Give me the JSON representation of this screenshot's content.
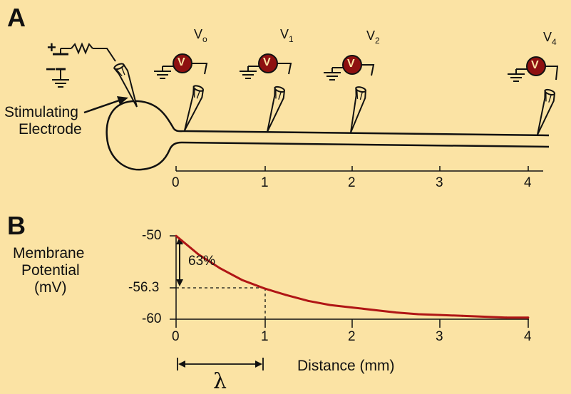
{
  "panel_a": {
    "letter": "A",
    "stimulating_label_line1": "Stimulating",
    "stimulating_label_line2": "Electrode",
    "battery_plus": "+",
    "battery_minus": "−",
    "voltmeter_symbol": "V",
    "voltmeters": [
      {
        "label": "V",
        "sub": "o"
      },
      {
        "label": "V",
        "sub": "1"
      },
      {
        "label": "V",
        "sub": "2"
      },
      {
        "label": "V",
        "sub": "4"
      }
    ],
    "axis_ticks": [
      "0",
      "1",
      "2",
      "3",
      "4"
    ]
  },
  "panel_b": {
    "letter": "B",
    "ylabel_line1": "Membrane",
    "ylabel_line2": "Potential",
    "ylabel_line3": "(mV)",
    "xlabel": "Distance (mm)",
    "y_ticks": [
      "-50",
      "-56.3",
      "-60"
    ],
    "x_ticks": [
      "0",
      "1",
      "2",
      "3",
      "4"
    ],
    "percent_label": "63%",
    "lambda_label": "λ"
  },
  "colors": {
    "background": "#fbe3a4",
    "curve": "#b01515",
    "meter_fill": "#8e1010",
    "ink": "#111111"
  },
  "chart_data": {
    "type": "line",
    "xlabel": "Distance (mm)",
    "ylabel": "Membrane Potential (mV)",
    "xlim": [
      0,
      4
    ],
    "ylim": [
      -60,
      -50
    ],
    "series": [
      {
        "x": [
          0,
          0.25,
          0.5,
          0.75,
          1,
          1.25,
          1.5,
          1.75,
          2,
          2.25,
          2.5,
          2.75,
          3,
          3.25,
          3.5,
          3.75,
          4
        ],
        "values": [
          -50,
          -52.2,
          -53.9,
          -55.3,
          -56.3,
          -57.1,
          -57.8,
          -58.3,
          -58.6,
          -58.9,
          -59.2,
          -59.4,
          -59.5,
          -59.6,
          -59.7,
          -59.8,
          -59.8
        ]
      }
    ],
    "annotations": [
      "63%",
      "λ"
    ]
  }
}
